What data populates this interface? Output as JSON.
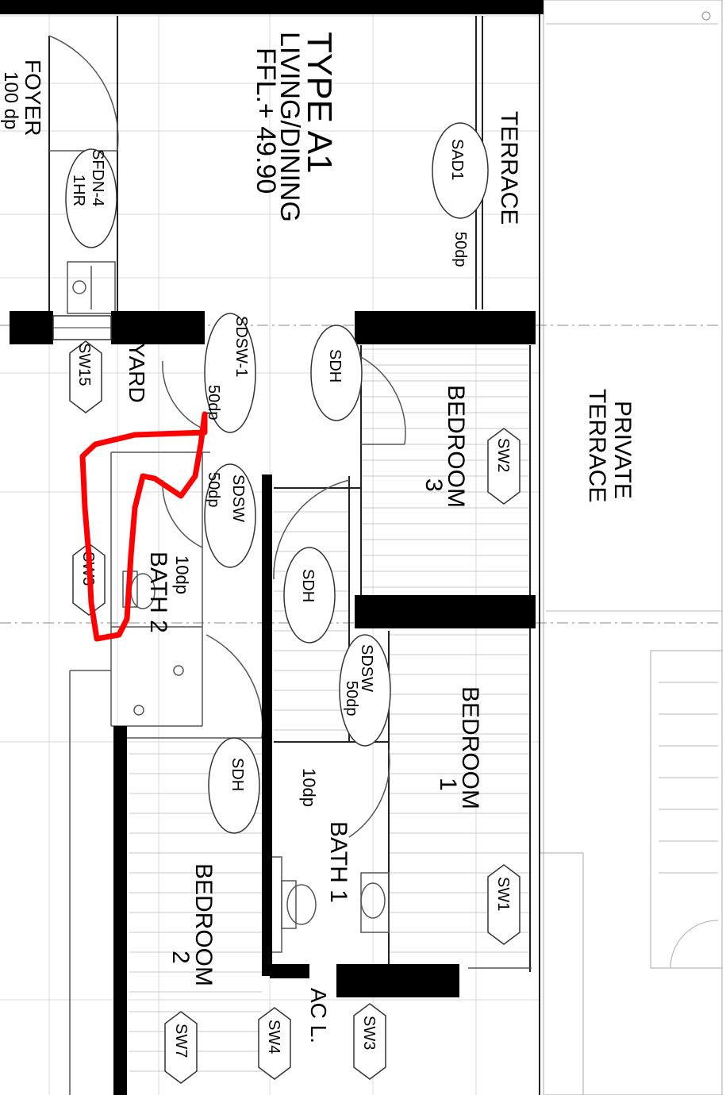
{
  "title": {
    "line1": "TYPE A1",
    "line2": "LIVING/DINING",
    "line3": "FFL.+ 49.90"
  },
  "rooms": {
    "foyer": "FOYER",
    "foyer_dp": "100 dp",
    "terrace": "TERRACE",
    "private_terrace_1": "PRIVATE",
    "private_terrace_2": "TERRACE",
    "bedroom3_1": "BEDROOM",
    "bedroom3_2": "3",
    "bedroom1_1": "BEDROOM",
    "bedroom1_2": "1",
    "bedroom2_1": "BEDROOM",
    "bedroom2_2": "2",
    "bath2": "BATH 2",
    "bath2_dp": "10dp",
    "bath1": "BATH 1",
    "bath1_dp": "10dp",
    "yard": "YARD",
    "ac_ledge": "AC L."
  },
  "tags": {
    "sfdn_1": "SFDN-4",
    "sfdn_2": "1HR",
    "sad1": "SAD1",
    "sad1_dp": "50dp",
    "sdsw1": "SDSW-1",
    "sdsw1_dp": "50dp",
    "sdsw_bath2": "SDSW",
    "sdsw_bath2_dp": "50dp",
    "sdh_bed3": "SDH",
    "sdh_mid": "SDH",
    "sdh_bed2": "SDH",
    "sdsw_bath1": "SDSW",
    "sdsw_bath1_dp": "50dp",
    "sw15": "SW15",
    "sw3_yard": "SW3",
    "sw2": "SW2",
    "sw1": "SW1",
    "sw7": "SW7",
    "sw4": "SW4",
    "sw3_ac": "SW3"
  },
  "colors": {
    "wall": "#000000",
    "annotation": "#ff0000",
    "grid": "#d9d9d9"
  }
}
